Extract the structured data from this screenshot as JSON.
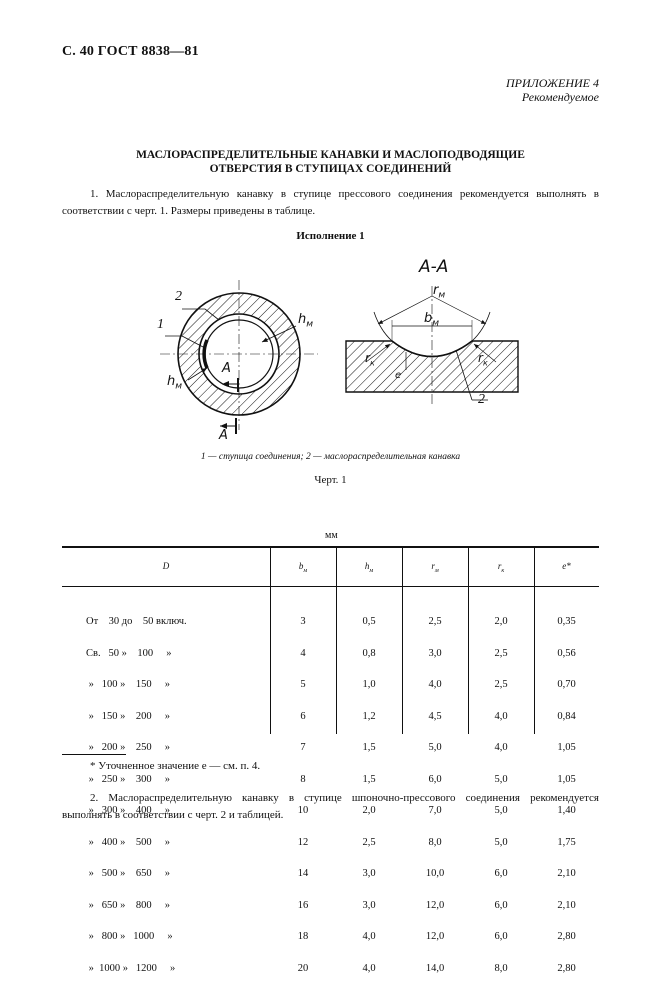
{
  "header": {
    "left": "С. 40 ГОСТ 8838—81",
    "appendix": "ПРИЛОЖЕНИЕ 4",
    "recommended": "Рекомендуемое"
  },
  "title": {
    "line1": "МАСЛОРАСПРЕДЕЛИТЕЛЬНЫЕ КАНАВКИ И МАСЛОПОДВОДЯЩИЕ",
    "line2": "ОТВЕРСТИЯ В СТУПИЦАХ СОЕДИНЕНИЙ"
  },
  "paragraph1": "1. Маслораспределительную канавку в ступице прессового соединения рекомендуется выполнять в соответствии с черт. 1. Размеры приведены в таблице.",
  "execution_label": "Исполнение 1",
  "figure": {
    "section_label": "А-А",
    "label_1": "1",
    "label_2": "2",
    "label_2b": "2",
    "hm": "h",
    "hm_sub": "м",
    "bm": "b",
    "bm_sub": "м",
    "rm": "r",
    "rm_sub": "м",
    "rk": "r",
    "rk_sub": "к",
    "e": "е",
    "arrow_A": "A",
    "caption": "1 — ступица соединения; 2 — маслораспределительная канавка",
    "chert": "Черт. 1"
  },
  "table": {
    "unit": "мм",
    "headers": {
      "D": "D",
      "b": "b",
      "b_sub": "м",
      "h": "h",
      "h_sub": "м",
      "rm": "r",
      "rm_sub": "м",
      "rk": "r",
      "rk_sub": "к",
      "e": "e*"
    },
    "d_rows": [
      "От    30 до    50 включ.",
      "Св.   50 »    100     »",
      " »   100 »    150     »",
      " »   150 »    200     »",
      " »   200 »    250     »",
      " »   250 »    300     »",
      " »   300 »    400     »",
      " »   400 »    500     »",
      " »   500 »    650     »",
      " »   650 »    800     »",
      " »   800 »   1000     »",
      " »  1000 »   1200     »"
    ],
    "b_values": [
      "3",
      "4",
      "5",
      "6",
      "7",
      "8",
      "10",
      "12",
      "14",
      "16",
      "18",
      "20"
    ],
    "h_values": [
      "0,5",
      "0,8",
      "1,0",
      "1,2",
      "1,5",
      "1,5",
      "2,0",
      "2,5",
      "3,0",
      "3,0",
      "4,0",
      "4,0"
    ],
    "rm_values": [
      "2,5",
      "3,0",
      "4,0",
      "4,5",
      "5,0",
      "6,0",
      "7,0",
      "8,0",
      "10,0",
      "12,0",
      "12,0",
      "14,0"
    ],
    "rk_values": [
      "2,0",
      "2,5",
      "2,5",
      "4,0",
      "4,0",
      "5,0",
      "5,0",
      "5,0",
      "6,0",
      "6,0",
      "6,0",
      "8,0"
    ],
    "e_values": [
      "0,35",
      "0,56",
      "0,70",
      "0,84",
      "1,05",
      "1,05",
      "1,40",
      "1,75",
      "2,10",
      "2,10",
      "2,80",
      "2,80"
    ]
  },
  "footnote": "* Уточненное значение е — см. п. 4.",
  "paragraph2": "2. Маслораспределительную канавку в ступице шпоночно-прессового соединения рекомендуется выполнять в соответствии с черт. 2 и таблицей."
}
